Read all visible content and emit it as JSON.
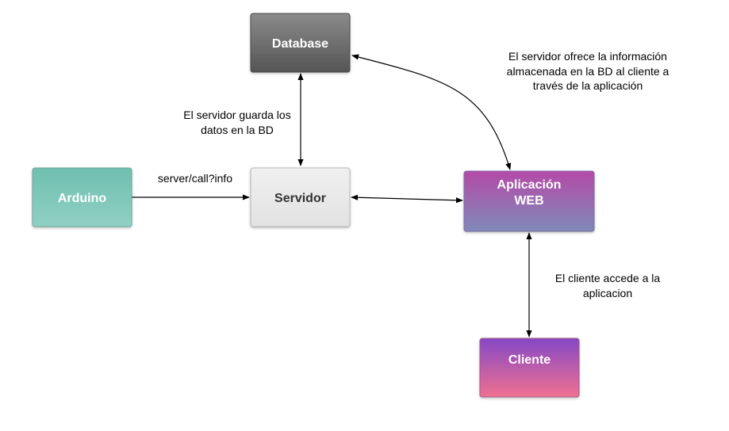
{
  "nodes": {
    "database": {
      "label": "Database"
    },
    "arduino": {
      "label": "Arduino"
    },
    "servidor": {
      "label": "Servidor"
    },
    "aplicacion": {
      "label_line1": "Aplicación",
      "label_line2": "WEB"
    },
    "cliente": {
      "label": "Cliente"
    }
  },
  "edges": {
    "arduino_servidor": {
      "label": "server/call?info"
    },
    "servidor_database": {
      "label_line1": "El servidor guarda los",
      "label_line2": "datos en la BD"
    },
    "database_aplicacion": {
      "label_line1": "El servidor ofrece la información",
      "label_line2": "almacenada en la BD al cliente a",
      "label_line3": "través de la aplicación"
    },
    "aplicacion_cliente": {
      "label_line1": "El cliente accede a la",
      "label_line2": "aplicacion"
    }
  },
  "colors": {
    "database": [
      "#8a8a8a",
      "#555555"
    ],
    "arduino": [
      "#70bfb0",
      "#8fd0c4"
    ],
    "servidor": [
      "#f0f0f0",
      "#e2e2e2"
    ],
    "aplicacion": [
      "#b44aa8",
      "#7f8ab8"
    ],
    "cliente": [
      "#8548c6",
      "#f07090"
    ]
  }
}
